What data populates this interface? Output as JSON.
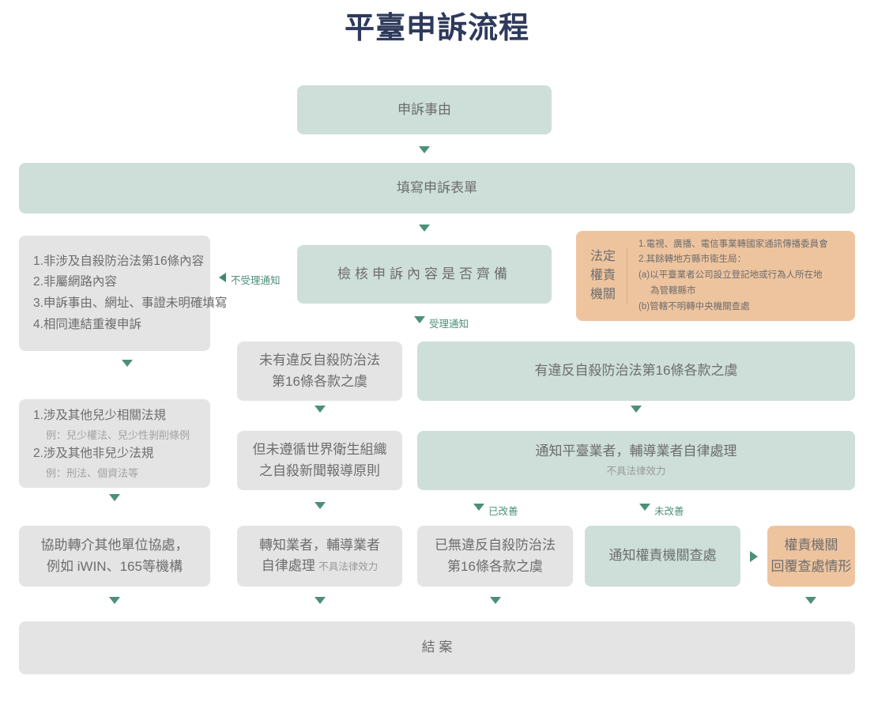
{
  "page": {
    "title": "平臺申訴流程"
  },
  "colors": {
    "title": "#2e3a5c",
    "green": "#cddfd8",
    "gray": "#e4e4e4",
    "orange": "#eec49f",
    "arrow": "#4b9079",
    "text": "#6d6d6d",
    "muted": "#9a9a9a"
  },
  "nodes": {
    "reason": {
      "label": "申訴事由"
    },
    "form": {
      "label": "填寫申訴表單"
    },
    "review": {
      "label": "檢核申訴內容是否齊備"
    },
    "reject_list": {
      "items": [
        "1.非涉及自殺防治法第16條內容",
        "2.非屬網路內容",
        "3.申訴事由、網址、事證未明確填寫",
        "4.相同連結重複申訴"
      ]
    },
    "other_laws": {
      "items": [
        {
          "text": "1.涉及其他兒少相關法規",
          "eg": "例：兒少權法、兒少性剝削條例"
        },
        {
          "text": "2.涉及其他非兒少法規",
          "eg": "例：刑法、個資法等"
        }
      ]
    },
    "legal_authority": {
      "key": "法定\n權責\n機關",
      "key_lines": [
        "法定",
        "權責",
        "機關"
      ],
      "lines": [
        {
          "text": "1.電視、廣播、電信事業轉國家通訊傳播委員會",
          "indent": false
        },
        {
          "text": "2.其餘轉地方縣市衛生局：",
          "indent": false
        },
        {
          "text": "(a)以平臺業者公司設立登記地或行為人所在地",
          "indent": false
        },
        {
          "text": "為管轄縣市",
          "indent": true
        },
        {
          "text": "(b)管轄不明轉中央機關查處",
          "indent": false
        }
      ]
    },
    "no_violation": {
      "lines": [
        "未有違反自殺防治法",
        "第16條各款之虞"
      ]
    },
    "has_violation": {
      "label": "有違反自殺防治法第16條各款之虞"
    },
    "who_principles": {
      "lines": [
        "但未遵循世界衛生組織",
        "之自殺新聞報導原則"
      ]
    },
    "notify_platform": {
      "label": "通知平臺業者，輔導業者自律處理",
      "sub": "不具法律效力"
    },
    "refer_other": {
      "lines": [
        "協助轉介其他單位協處，",
        "例如 iWIN、165等機構"
      ]
    },
    "notify_operator": {
      "lines": [
        "轉知業者，輔導業者",
        "自律處理"
      ],
      "sub": "不具法律效力"
    },
    "resolved": {
      "lines": [
        "已無違反自殺防治法",
        "第16條各款之虞"
      ]
    },
    "notify_authority": {
      "label": "通知權責機關查處"
    },
    "authority_reply": {
      "lines": [
        "權責機關",
        "回覆查處情形"
      ]
    },
    "close_case": {
      "label": "結 案"
    }
  },
  "arrows": {
    "not_accepted": "不受理通知",
    "accepted": "受理通知",
    "improved": "已改善",
    "not_improved": "未改善"
  }
}
